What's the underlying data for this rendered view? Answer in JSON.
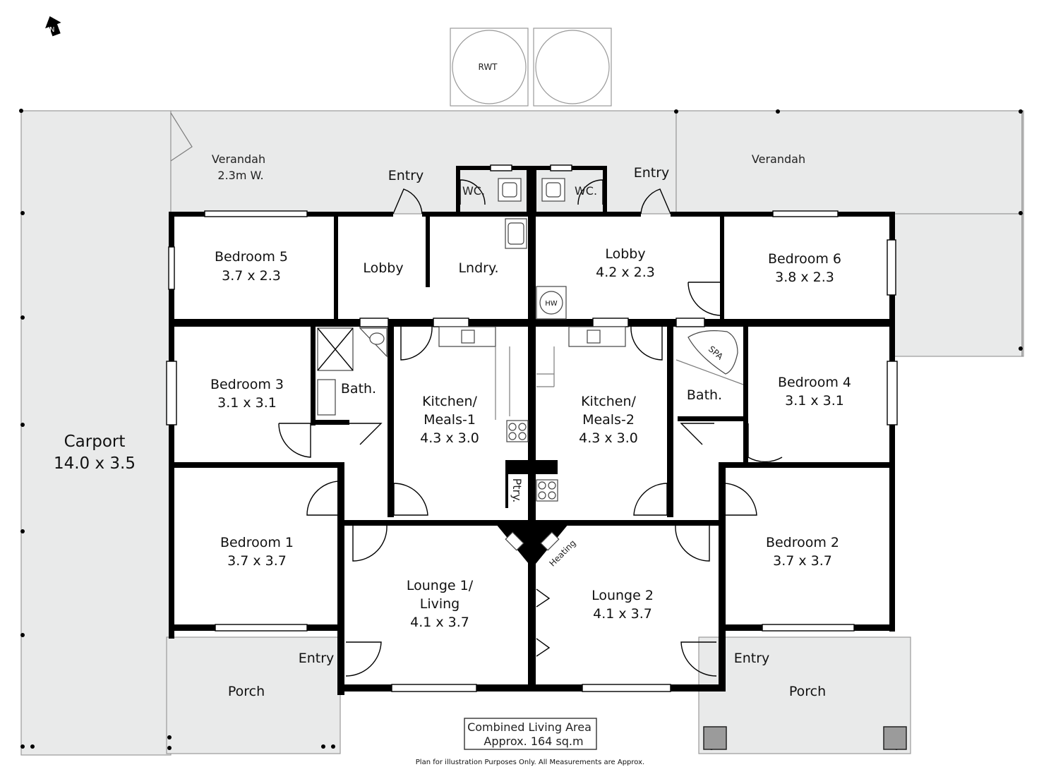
{
  "north_label": "N",
  "tank_label": "RWT",
  "rooms": {
    "verandah_left": {
      "name": "Verandah",
      "size": "2.3m W."
    },
    "verandah_right": {
      "name": "Verandah"
    },
    "entry_top_left": "Entry",
    "entry_top_right": "Entry",
    "wc_left": "WC.",
    "wc_right": "WC.",
    "bedroom5": {
      "name": "Bedroom 5",
      "size": "3.7 x 2.3"
    },
    "lobby_left": {
      "name": "Lobby"
    },
    "laundry": {
      "name": "Lndry."
    },
    "lobby_right": {
      "name": "Lobby",
      "size": "4.2 x 2.3"
    },
    "bedroom6": {
      "name": "Bedroom 6",
      "size": "3.8 x 2.3"
    },
    "hot_water": "HW",
    "bedroom3": {
      "name": "Bedroom 3",
      "size": "3.1 x 3.1"
    },
    "bath_left": "Bath.",
    "kitchen1": {
      "line1": "Kitchen/",
      "line2": "Meals-1",
      "size": "4.3 x 3.0"
    },
    "kitchen2": {
      "line1": "Kitchen/",
      "line2": "Meals-2",
      "size": "4.3 x 3.0"
    },
    "bath_right": "Bath.",
    "spa": "SPA",
    "bedroom4": {
      "name": "Bedroom 4",
      "size": "3.1 x 3.1"
    },
    "carport": {
      "name": "Carport",
      "size": "14.0 x 3.5"
    },
    "pantry": "Ptry.",
    "heating": "Heating",
    "bedroom1": {
      "name": "Bedroom 1",
      "size": "3.7 x 3.7"
    },
    "lounge1": {
      "line1": "Lounge 1/",
      "line2": "Living",
      "size": "4.1 x 3.7"
    },
    "lounge2": {
      "name": "Lounge 2",
      "size": "4.1 x 3.7"
    },
    "bedroom2": {
      "name": "Bedroom 2",
      "size": "3.7 x 3.7"
    },
    "entry_bottom_left": "Entry",
    "entry_bottom_right": "Entry",
    "porch_left": "Porch",
    "porch_right": "Porch"
  },
  "area_box": {
    "line1": "Combined Living Area",
    "line2": "Approx. 164 sq.m"
  },
  "disclaimer": "Plan for illustration Purposes Only. All Measurements are Approx."
}
